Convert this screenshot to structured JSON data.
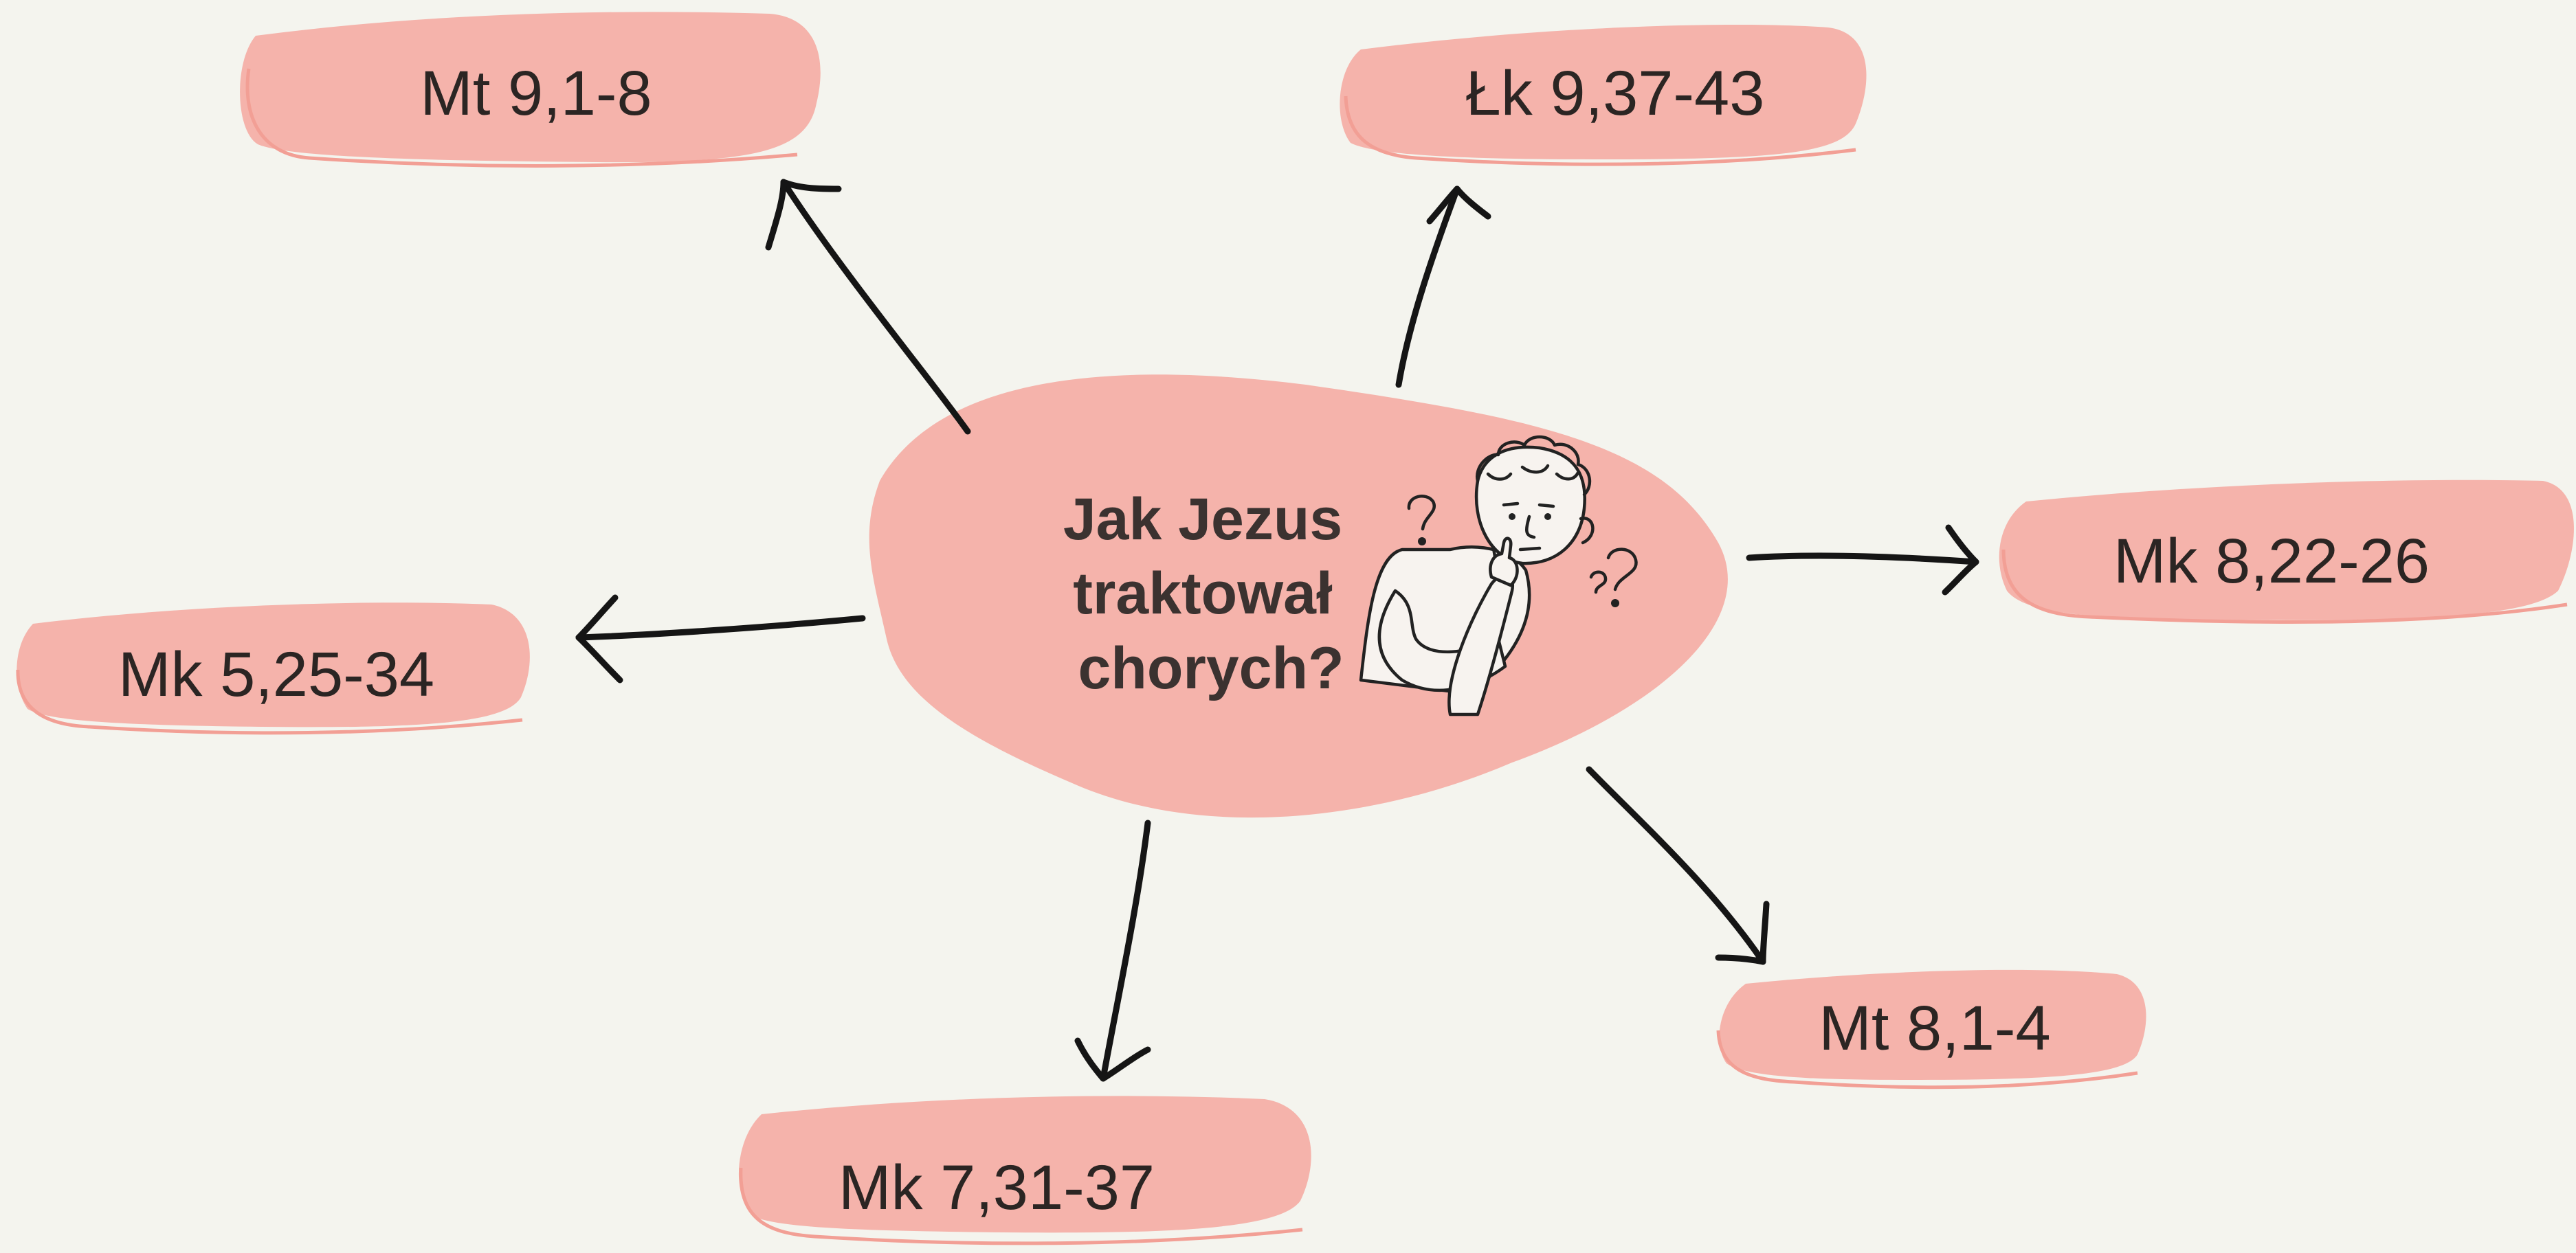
{
  "colors": {
    "background": "#f4f4ee",
    "node_fill": "#f5b3ab",
    "node_outline": "#f29f95",
    "arrow": "#151515",
    "text": "#2b2523"
  },
  "center": {
    "lines": [
      "Jak Jezus",
      "traktował",
      "chorych?"
    ],
    "illustration": "thinking-boy-with-question-marks"
  },
  "nodes": [
    {
      "id": "mt-9",
      "label": "Mt 9,1-8"
    },
    {
      "id": "lk-9",
      "label": "Łk 9,37-43"
    },
    {
      "id": "mk-8",
      "label": "Mk 8,22-26"
    },
    {
      "id": "mt-8",
      "label": "Mt 8,1-4"
    },
    {
      "id": "mk-7",
      "label": "Mk 7,31-37"
    },
    {
      "id": "mk-5",
      "label": "Mk 5,25-34"
    }
  ]
}
